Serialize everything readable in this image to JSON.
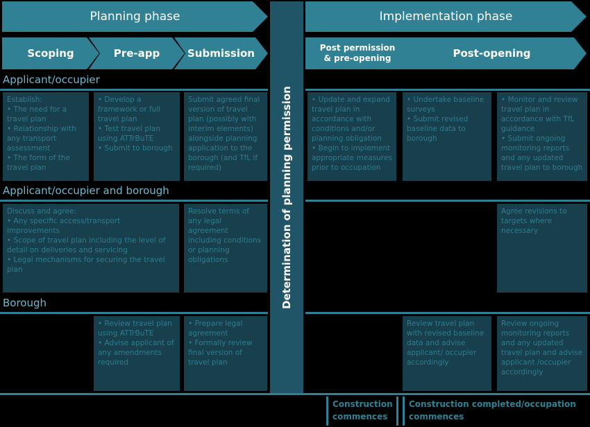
{
  "phases": {
    "planning": "Planning phase",
    "implementation": "Implementation phase"
  },
  "stages": {
    "scoping": "Scoping",
    "pre_app": "Pre-app",
    "submission": "Submission",
    "post_permission": "Post permission\n& pre-opening",
    "post_opening": "Post-opening"
  },
  "divider": "Determination of planning permission",
  "sections": {
    "applicant": "Applicant/occupier",
    "applicant_borough": "Applicant/occupier and borough",
    "borough": "Borough"
  },
  "cells": {
    "a_scoping": "Establish:\n• The need for a travel plan\n• Relationship with any transport assessment\n• The form of the travel plan",
    "a_preapp": "• Develop a framework or full travel plan\n• Test travel plan using ATTrBuTE\n• Submit to borough",
    "a_submission": "Submit agreed final version of travel plan (possibly with interim elements) alongside planning application to the borough (and TfL if required)",
    "a_postperm": "• Update and expand travel plan in accordance with conditions and/or planning obligation\n• Begin to implement appropriate measures prior to occupation",
    "a_postopen1": "• Undertake baseline surveys\n• Submit revised baseline data to borough",
    "a_postopen2": "• Monitor and review travel plan in accordance with TfL guidance\n• Submit ongoing monitoring reports and any updated travel plan to borough",
    "ab_scoping": "Discuss and agree:\n• Any specific access/transport improvements\n• Scope of travel plan including the level of detail on deliveries and servicing\n• Legal mechanisms for securing the travel plan",
    "ab_submission": "Resolve terms of any legal agreement including conditions or planning obligations",
    "ab_postopen2": "Agree revisions to targets where necessary",
    "b_preapp": "• Review travel plan using ATTrBuTE\n• Advise applicant of any amendments required",
    "b_submission": "• Prepare legal agreement\n• Formally review final version of travel plan",
    "b_postopen1": "Review travel plan with revised baseline data and advise applicant/ occupier accordingly",
    "b_postopen2": "Review ongoing monitoring reports and any updated travel plan and advise applicant /occupier accordingly"
  },
  "bottom": {
    "construction_commences": "Construction commences",
    "construction_completed": "Construction completed/occupation commences"
  },
  "colors": {
    "accent": "#2f8193",
    "cell": "#173f4c",
    "label": "#6fb8cc",
    "background": "#000000"
  }
}
